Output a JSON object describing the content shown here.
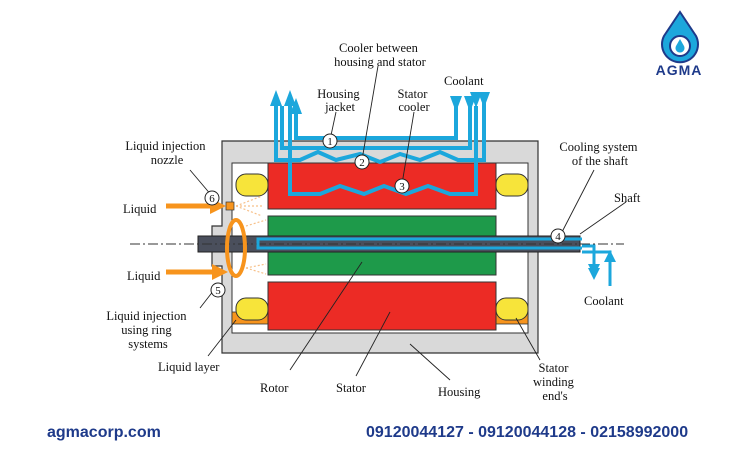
{
  "labels": {
    "cooler_between": [
      "Cooler between",
      "housing and stator"
    ],
    "coolant_top": "Coolant",
    "housing_jacket": [
      "Housing",
      "jacket"
    ],
    "stator_cooler": [
      "Stator",
      "cooler"
    ],
    "liquid_injection_nozzle": [
      "Liquid injection",
      "nozzle"
    ],
    "cooling_system_shaft": [
      "Cooling system",
      "of the shaft"
    ],
    "shaft": "Shaft",
    "liquid_top": "Liquid",
    "liquid_bottom": "Liquid",
    "coolant_right": "Coolant",
    "liquid_injection_ring": [
      "Liquid injection",
      "using ring",
      "systems"
    ],
    "liquid_layer": "Liquid layer",
    "rotor": "Rotor",
    "stator": "Stator",
    "housing": "Housing",
    "stator_winding_ends": [
      "Stator",
      "winding",
      "end's"
    ]
  },
  "markers": [
    "1",
    "2",
    "3",
    "4",
    "5",
    "6"
  ],
  "logo": {
    "text": "AGMA",
    "icon": "water-drop-gear-icon"
  },
  "footer": {
    "website": "agmacorp.com",
    "phones": "09120044127 - 09120044128 - 02158992000"
  },
  "colors": {
    "housing": "#d9d9d9",
    "stator": "#ec2b25",
    "rotor": "#1e9a4a",
    "shaft": "#4a4f5c",
    "coolant": "#1ca7dc",
    "liquid": "#f7941d",
    "winding": "#f7e43a",
    "brand": "#1e3a8a"
  }
}
